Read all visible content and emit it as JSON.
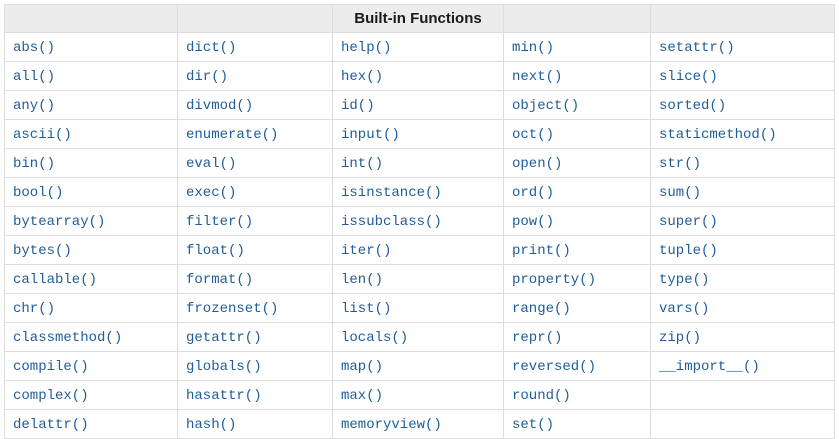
{
  "table": {
    "title": "Built-in Functions",
    "colors": {
      "link": "#1f5c99",
      "header_bg": "#ececec",
      "border": "#dddddd"
    },
    "rows": [
      [
        "abs()",
        "dict()",
        "help()",
        "min()",
        "setattr()"
      ],
      [
        "all()",
        "dir()",
        "hex()",
        "next()",
        "slice()"
      ],
      [
        "any()",
        "divmod()",
        "id()",
        "object()",
        "sorted()"
      ],
      [
        "ascii()",
        "enumerate()",
        "input()",
        "oct()",
        "staticmethod()"
      ],
      [
        "bin()",
        "eval()",
        "int()",
        "open()",
        "str()"
      ],
      [
        "bool()",
        "exec()",
        "isinstance()",
        "ord()",
        "sum()"
      ],
      [
        "bytearray()",
        "filter()",
        "issubclass()",
        "pow()",
        "super()"
      ],
      [
        "bytes()",
        "float()",
        "iter()",
        "print()",
        "tuple()"
      ],
      [
        "callable()",
        "format()",
        "len()",
        "property()",
        "type()"
      ],
      [
        "chr()",
        "frozenset()",
        "list()",
        "range()",
        "vars()"
      ],
      [
        "classmethod()",
        "getattr()",
        "locals()",
        "repr()",
        "zip()"
      ],
      [
        "compile()",
        "globals()",
        "map()",
        "reversed()",
        "__import__()"
      ],
      [
        "complex()",
        "hasattr()",
        "max()",
        "round()",
        ""
      ],
      [
        "delattr()",
        "hash()",
        "memoryview()",
        "set()",
        ""
      ]
    ]
  }
}
